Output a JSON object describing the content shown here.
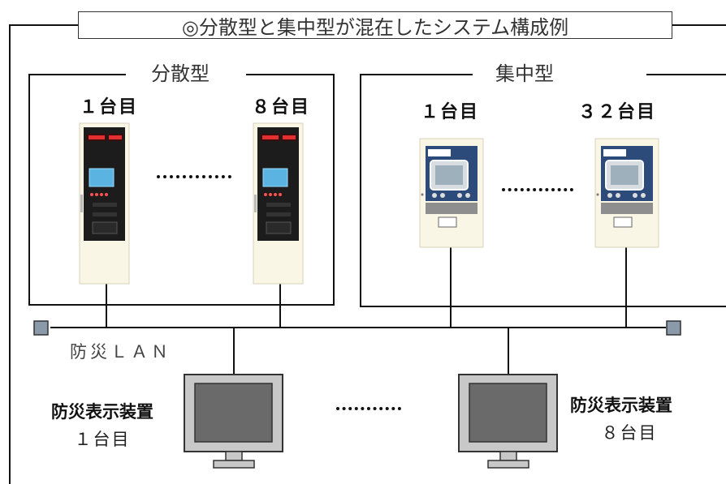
{
  "title": "◎分散型と集中型が混在したシステム構成例",
  "groups": {
    "distributed": {
      "label": "分散型",
      "first_unit": "１台目",
      "last_unit": "８台目"
    },
    "centralized": {
      "label": "集中型",
      "first_unit": "１台目",
      "last_unit": "３２台目"
    }
  },
  "network": {
    "label": "防災ＬＡＮ"
  },
  "displays": {
    "first": {
      "name": "防災表示装置",
      "unit": "１台目"
    },
    "last": {
      "name": "防災表示装置",
      "unit": "８台目"
    }
  },
  "colors": {
    "line": "#111111",
    "cabinet_body": "#faf6e6",
    "cabinet_panel": "#1c1c1c",
    "panel_blue": "#2c4a7a",
    "monitor_frame": "#c8c8c8",
    "monitor_screen": "#6a6a6a",
    "lan_terminator": "#8a9aa8"
  },
  "icons": {
    "distributed_unit": "floor-standing-control-cabinet-icon",
    "centralized_unit": "wall-mounted-control-panel-icon",
    "display_unit": "monitor-icon",
    "lan_end": "terminator-icon"
  }
}
